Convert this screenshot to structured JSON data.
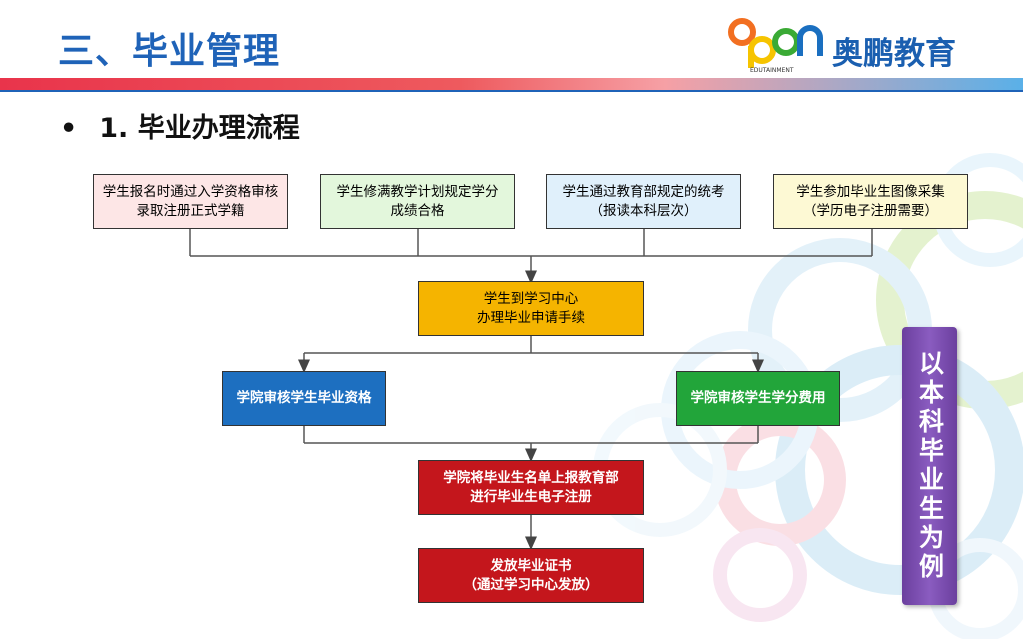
{
  "header": {
    "title": "三、毕业管理",
    "logo_letters": "open",
    "logo_tagline": "EDUTAINMENT",
    "logo_name": "奥鹏教育"
  },
  "section": {
    "bullet": "•",
    "title": "1. 毕业办理流程"
  },
  "flow": {
    "top_row": [
      {
        "line1": "学生报名时通过入学资格审核",
        "line2": "录取注册正式学籍"
      },
      {
        "line1": "学生修满教学计划规定学分",
        "line2": "成绩合格"
      },
      {
        "line1": "学生通过教育部规定的统考",
        "line2": "（报读本科层次）"
      },
      {
        "line1": "学生参加毕业生图像采集",
        "line2": "（学历电子注册需要）"
      }
    ],
    "center": {
      "line1": "学生到学习中心",
      "line2": "办理毕业申请手续"
    },
    "left_review": "学院审核学生毕业资格",
    "right_review": "学院审核学生学分费用",
    "report": {
      "line1": "学院将毕业生名单上报教育部",
      "line2": "进行毕业生电子注册"
    },
    "issue": {
      "line1": "发放毕业证书",
      "line2": "（通过学习中心发放）"
    }
  },
  "side_label": "以本科毕业生为例",
  "colors": {
    "title_blue": "#1f63b8",
    "box_pink": "#fde6e6",
    "box_green": "#e3f7dc",
    "box_blue": "#e0f0fb",
    "box_yellow": "#fdf9d4",
    "center_orange": "#f5b400",
    "review_blue": "#1d6fc0",
    "review_green": "#22a53a",
    "final_red": "#c4161c",
    "side_purple": "#7b4fb0"
  }
}
